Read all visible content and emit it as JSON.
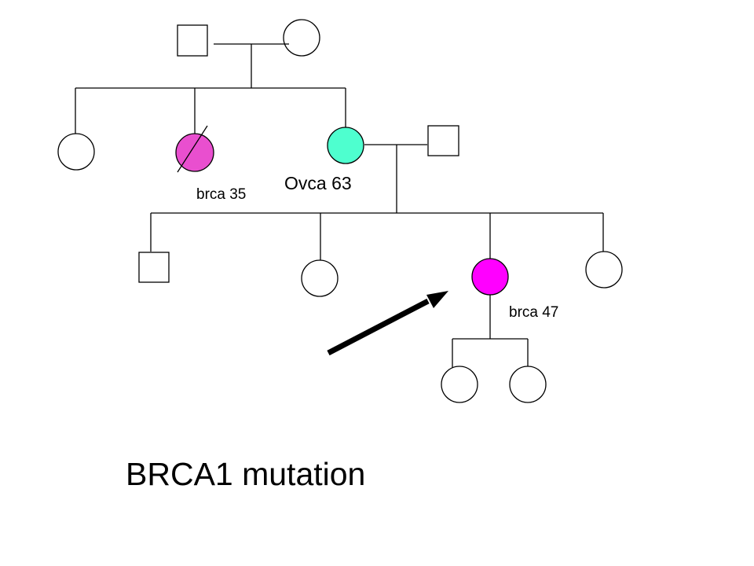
{
  "title": "BRCA1 mutation",
  "labels": {
    "affected_sister": "brca 35",
    "mother": "Ovca 63",
    "proband": "brca 47"
  },
  "colors": {
    "background": "#ffffff",
    "line": "#000000",
    "unaffected_fill": "#ffffff",
    "breast_cancer_deceased_fill": "#e94fcf",
    "ovarian_cancer_fill": "#4effcf",
    "breast_cancer_proband_fill": "#ff00ff",
    "arrow": "#000000"
  },
  "legend_meaning": {
    "square": "male",
    "circle": "female",
    "slash": "deceased"
  }
}
